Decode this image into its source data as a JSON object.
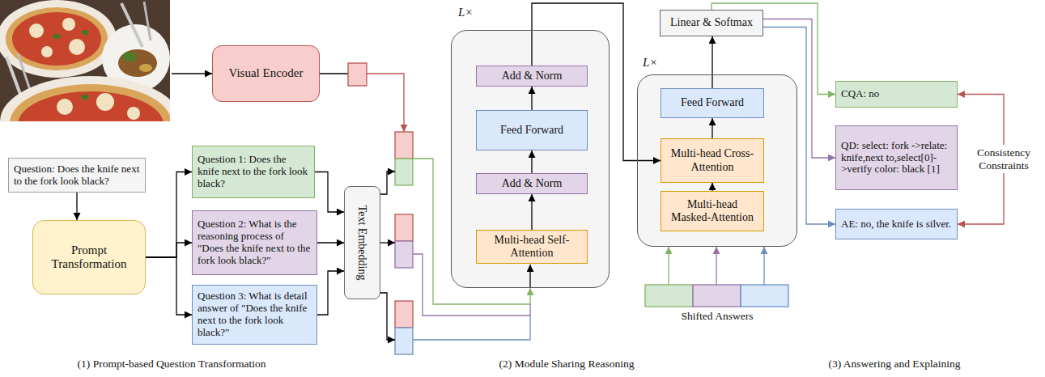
{
  "diagram": {
    "nodes": [
      {
        "text": [
          "Visual Encoder"
        ]
      },
      {
        "text": [
          "Question: Does the knife next to the fork look black?"
        ]
      },
      {
        "text": [
          "Prompt Transformation"
        ]
      },
      {
        "text": [
          "Question 1: Does the knife next to the fork look black?"
        ]
      },
      {
        "text": [
          "Question 2: What is the reasoning process of \"Does the knife next to the fork look black?\""
        ]
      },
      {
        "text": [
          "Question 3: What is detail answer of \"Does the knife next to the fork look black?\""
        ]
      },
      {
        "text": [
          "Text Embedding"
        ]
      },
      {
        "text": [
          "L×"
        ]
      },
      {
        "text": [
          "Add & Norm"
        ],
        "in": 7
      },
      {
        "text": [
          "Feed Forward"
        ],
        "in": 7
      },
      {
        "text": [
          "Add & Norm"
        ],
        "in": 7
      },
      {
        "text": [
          "Multi-head Self-Attention"
        ],
        "in": 7
      },
      {
        "text": [
          "Linear & Softmax"
        ]
      },
      {
        "text": [
          "L×"
        ]
      },
      {
        "text": [
          "Feed Forward"
        ],
        "in": 13
      },
      {
        "text": [
          "Multi-head Cross-Attention"
        ],
        "in": 13
      },
      {
        "text": [
          "Multi-head Masked-Attention"
        ],
        "in": 13
      },
      {
        "text": [
          "CQA: no"
        ]
      },
      {
        "text": [
          "QD: select: fork ->relate: knife,next to,select[0]->verify color: black [1]"
        ]
      },
      {
        "text": [
          "AE: no, the knife is silver."
        ]
      }
    ],
    "edges": [
      {
        "from": 1,
        "to": 2,
        "arrow": "to"
      },
      {
        "from": 2,
        "to": 3,
        "arrow": "to"
      },
      {
        "from": 2,
        "to": 4,
        "arrow": "to"
      },
      {
        "from": 2,
        "to": 5,
        "arrow": "to"
      },
      {
        "from": 3,
        "to": 6,
        "arrow": "to"
      },
      {
        "from": 4,
        "to": 6,
        "arrow": "to"
      },
      {
        "from": 5,
        "to": 6,
        "arrow": "to"
      },
      {
        "from": 11,
        "to": 10,
        "arrow": "to"
      },
      {
        "from": 10,
        "to": 9,
        "arrow": "to"
      },
      {
        "from": 9,
        "to": 8,
        "arrow": "to"
      },
      {
        "from": 8,
        "to": 15,
        "arrow": "to"
      },
      {
        "from": 16,
        "to": 15,
        "arrow": "to"
      },
      {
        "from": 15,
        "to": 14,
        "arrow": "to"
      },
      {
        "from": 14,
        "to": 12,
        "arrow": "to"
      },
      {
        "from": 12,
        "to": 17,
        "arrow": "to"
      },
      {
        "from": 12,
        "to": 18,
        "arrow": "to"
      },
      {
        "from": 12,
        "to": 19,
        "arrow": "to"
      },
      {
        "from": 17,
        "to": 19,
        "label": "Consistency Constraints",
        "arrow": "both"
      }
    ],
    "labels": [
      "Shifted Answers",
      "(1) Prompt-based Question Transformation",
      "(2) Module Sharing Reasoning",
      "(3) Answering and Explaining"
    ]
  }
}
